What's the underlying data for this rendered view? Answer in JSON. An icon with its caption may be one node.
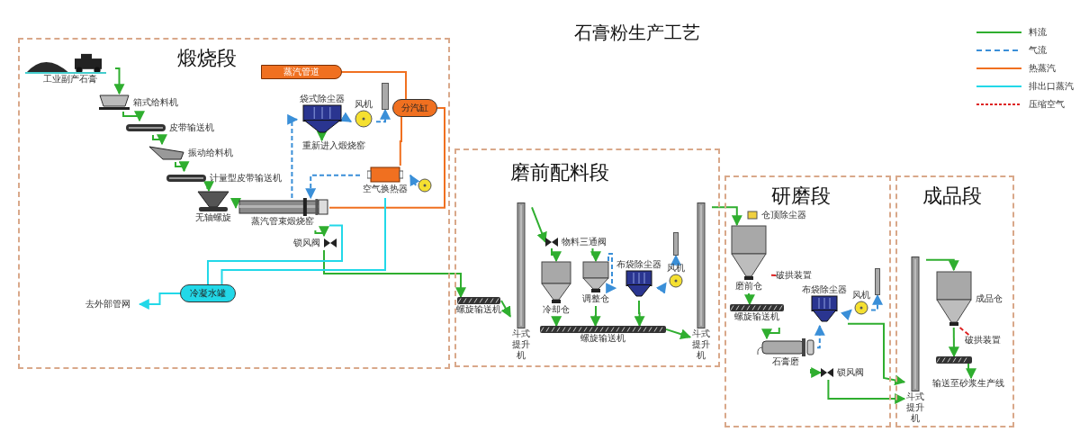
{
  "diagram": {
    "title": "石膏粉生产工艺",
    "nodes": [
      {
        "text": [
          "煅烧段"
        ]
      },
      {
        "text": [
          "磨前配料段"
        ]
      },
      {
        "text": [
          "研磨段"
        ]
      },
      {
        "text": [
          "成品段"
        ]
      },
      {
        "text": [
          "工业副产石膏"
        ],
        "in": 0
      },
      {
        "text": [
          "箱式给料机"
        ],
        "in": 0
      },
      {
        "text": [
          "皮带输送机"
        ],
        "in": 0
      },
      {
        "text": [
          "振动给料机"
        ],
        "in": 0
      },
      {
        "text": [
          "计量型皮带输送机"
        ],
        "in": 0
      },
      {
        "text": [
          "无轴螺旋"
        ],
        "in": 0
      },
      {
        "text": [
          "蒸汽管束煅烧窑"
        ],
        "in": 0
      },
      {
        "text": [
          "袋式除尘器"
        ],
        "in": 0
      },
      {
        "text": [
          "重新进入煅烧窑"
        ],
        "in": 0
      },
      {
        "text": [
          "风机"
        ],
        "in": 0
      },
      {
        "text": [],
        "shape": "chimney",
        "in": 0
      },
      {
        "text": [
          "蒸汽管道"
        ],
        "in": 0
      },
      {
        "text": [
          "分汽缸"
        ],
        "in": 0
      },
      {
        "text": [
          "空气换热器"
        ],
        "in": 0
      },
      {
        "text": [],
        "shape": "fan",
        "in": 0
      },
      {
        "text": [
          "锁风阀"
        ],
        "in": 0
      },
      {
        "text": [
          "冷凝水罐"
        ],
        "in": 0
      },
      {
        "text": [
          "去外部管网"
        ],
        "in": 0
      },
      {
        "text": [
          "螺旋输送机"
        ],
        "in": 1
      },
      {
        "text": [
          "斗式提升机"
        ],
        "in": 1
      },
      {
        "text": [
          "物料三通阀"
        ],
        "in": 1
      },
      {
        "text": [
          "冷却仓"
        ],
        "in": 1
      },
      {
        "text": [
          "调整仓"
        ],
        "in": 1
      },
      {
        "text": [
          "布袋除尘器"
        ],
        "in": 1
      },
      {
        "text": [
          "风机"
        ],
        "in": 1
      },
      {
        "text": [],
        "shape": "chimney",
        "in": 1
      },
      {
        "text": [
          "螺旋输送机"
        ],
        "in": 1
      },
      {
        "text": [
          "斗式提升机"
        ],
        "in": 1
      },
      {
        "text": [
          "仓顶除尘器"
        ],
        "in": 2
      },
      {
        "text": [
          "磨前仓"
        ],
        "in": 2
      },
      {
        "text": [
          "破拱装置"
        ],
        "in": 2
      },
      {
        "text": [
          "螺旋输送机"
        ],
        "in": 2
      },
      {
        "text": [
          "石膏磨"
        ],
        "in": 2
      },
      {
        "text": [
          "锁风阀"
        ],
        "in": 2
      },
      {
        "text": [
          "布袋除尘器"
        ],
        "in": 2
      },
      {
        "text": [
          "风机"
        ],
        "in": 2
      },
      {
        "text": [],
        "shape": "chimney",
        "in": 2
      },
      {
        "text": [
          "斗式提升机"
        ],
        "in": 3
      },
      {
        "text": [
          "成品仓"
        ],
        "in": 3
      },
      {
        "text": [
          "破拱装置"
        ],
        "in": 3
      },
      {
        "text": [],
        "shape": "bar",
        "in": 3
      },
      {
        "text": [
          "输送至砂浆生产线"
        ],
        "in": 3
      }
    ],
    "edges": [
      {
        "from": 4,
        "to": 5,
        "arrow": "to"
      },
      {
        "from": 5,
        "to": 6,
        "arrow": "to"
      },
      {
        "from": 6,
        "to": 7,
        "arrow": "to"
      },
      {
        "from": 7,
        "to": 8,
        "arrow": "to"
      },
      {
        "from": 8,
        "to": 9,
        "arrow": "to"
      },
      {
        "from": 9,
        "to": 10,
        "arrow": "to"
      },
      {
        "from": 10,
        "to": 11,
        "arrow": "to",
        "style": "dashed",
        "color": "#3a8fd8"
      },
      {
        "from": 11,
        "to": 12,
        "arrow": "to"
      },
      {
        "from": 11,
        "to": 13,
        "arrow": "to",
        "style": "dashed",
        "color": "#3a8fd8"
      },
      {
        "from": 13,
        "to": 14,
        "arrow": "to",
        "style": "dashed",
        "color": "#3a8fd8"
      },
      {
        "from": 15,
        "to": 16,
        "arrow": "none",
        "color": "#f07020"
      },
      {
        "from": 16,
        "to": 17,
        "arrow": "none",
        "color": "#f07020"
      },
      {
        "from": 16,
        "to": 10,
        "arrow": "none",
        "color": "#f07020"
      },
      {
        "from": 17,
        "to": 10,
        "arrow": "to",
        "style": "dashed",
        "color": "#3a8fd8"
      },
      {
        "from": 18,
        "to": 17,
        "arrow": "to",
        "style": "dashed",
        "color": "#3a8fd8"
      },
      {
        "from": 10,
        "to": 19,
        "arrow": "to"
      },
      {
        "from": 19,
        "to": 22,
        "arrow": "to"
      },
      {
        "from": 10,
        "to": 20,
        "arrow": "none",
        "color": "#22d8e8"
      },
      {
        "from": 17,
        "to": 20,
        "arrow": "none",
        "color": "#22d8e8"
      },
      {
        "from": 20,
        "to": 21,
        "arrow": "to",
        "color": "#22d8e8"
      },
      {
        "from": 22,
        "to": 23,
        "arrow": "to"
      },
      {
        "from": 23,
        "to": 24,
        "arrow": "to"
      },
      {
        "from": 24,
        "to": 25,
        "arrow": "to"
      },
      {
        "from": 24,
        "to": 26,
        "arrow": "to"
      },
      {
        "from": 25,
        "to": 30,
        "arrow": "to"
      },
      {
        "from": 26,
        "to": 30,
        "arrow": "to"
      },
      {
        "from": 27,
        "to": 30,
        "arrow": "to"
      },
      {
        "from": 26,
        "to": 27,
        "arrow": "to",
        "style": "dashed",
        "color": "#3a8fd8"
      },
      {
        "from": 27,
        "to": 28,
        "arrow": "to",
        "style": "dashed",
        "color": "#3a8fd8"
      },
      {
        "from": 28,
        "to": 29,
        "arrow": "to",
        "style": "dashed",
        "color": "#3a8fd8"
      },
      {
        "from": 30,
        "to": 31,
        "arrow": "to"
      },
      {
        "from": 31,
        "to": 33,
        "arrow": "to"
      },
      {
        "from": 34,
        "to": 33,
        "arrow": "none",
        "style": "dashed",
        "color": "#dd2222"
      },
      {
        "from": 33,
        "to": 35,
        "arrow": "to"
      },
      {
        "from": 35,
        "to": 36,
        "arrow": "to"
      },
      {
        "from": 36,
        "to": 38,
        "arrow": "to",
        "style": "dashed",
        "color": "#3a8fd8"
      },
      {
        "from": 36,
        "to": 37,
        "arrow": "to"
      },
      {
        "from": 37,
        "to": 41,
        "arrow": "to"
      },
      {
        "from": 38,
        "to": 41,
        "arrow": "to"
      },
      {
        "from": 38,
        "to": 39,
        "arrow": "to",
        "style": "dashed",
        "color": "#3a8fd8"
      },
      {
        "from": 39,
        "to": 40,
        "arrow": "to",
        "style": "dashed",
        "color": "#3a8fd8"
      },
      {
        "from": 41,
        "to": 42,
        "arrow": "to"
      },
      {
        "from": 43,
        "to": 42,
        "arrow": "none",
        "style": "dashed",
        "color": "#dd2222"
      },
      {
        "from": 42,
        "to": 44,
        "arrow": "to"
      },
      {
        "from": 44,
        "to": 45,
        "arrow": "to"
      }
    ],
    "legend": [
      {
        "text": "料流",
        "color": "#2fae2f"
      },
      {
        "text": "气流",
        "color": "#3a8fd8"
      },
      {
        "text": "热蒸汽",
        "color": "#f07020"
      },
      {
        "text": "排出口蒸汽",
        "color": "#22d8e8"
      },
      {
        "text": "压缩空气",
        "color": "#dd2222"
      }
    ]
  }
}
